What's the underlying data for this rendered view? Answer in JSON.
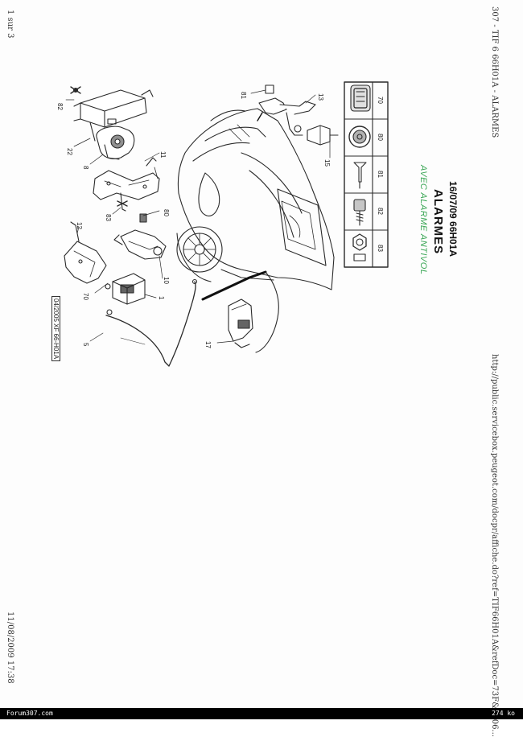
{
  "page": {
    "header_left": "307 - TIF 6 66H01A - ALARMES",
    "page_number": "1 sur 3",
    "url": "http://public.servicebox.peugeot.com/docpr/affiche.do?ref=TIF66H01A&refDoc=73F&2006...",
    "print_date": "11/08/2009 17:38"
  },
  "plate": {
    "date_code": "16/07/09 66H01A",
    "title": "ALARMES",
    "subtitle": "AVEC ALARME ANTIVOL",
    "ref_code": "04/2005 XF 66-H01A"
  },
  "fastener_table": {
    "items": [
      {
        "number": "70",
        "icon": "clip-icon"
      },
      {
        "number": "80",
        "icon": "grommet-icon"
      },
      {
        "number": "81",
        "icon": "rivet-icon"
      },
      {
        "number": "82",
        "icon": "screw-icon"
      },
      {
        "number": "83",
        "icon": "nut-icon"
      }
    ]
  },
  "callouts": {
    "c82": "82",
    "c22": "22",
    "c8": "8",
    "c11": "11",
    "c83": "83",
    "c80": "80",
    "c12": "12",
    "c10": "10",
    "c70": "70",
    "c1": "1",
    "c5": "5",
    "c81": "81",
    "c13": "13",
    "c15": "15",
    "c17": "17"
  },
  "footer": {
    "site": "Forum307.com",
    "size": "274 ko"
  }
}
